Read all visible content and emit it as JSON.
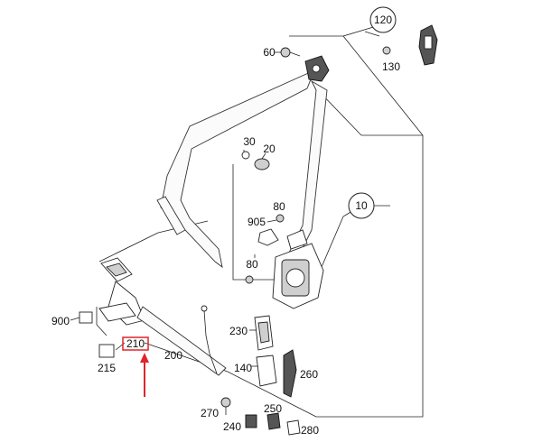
{
  "labels": {
    "p10": "10",
    "p20": "20",
    "p30": "30",
    "p60": "60",
    "p80a": "80",
    "p80b": "80",
    "p120": "120",
    "p130": "130",
    "p140": "140",
    "p200": "200",
    "p210": "210",
    "p215": "215",
    "p230": "230",
    "p240": "240",
    "p250": "250",
    "p260": "260",
    "p270": "270",
    "p280": "280",
    "p900": "900",
    "p905": "905"
  },
  "colors": {
    "highlight": "#e0242b",
    "line": "#222222"
  }
}
